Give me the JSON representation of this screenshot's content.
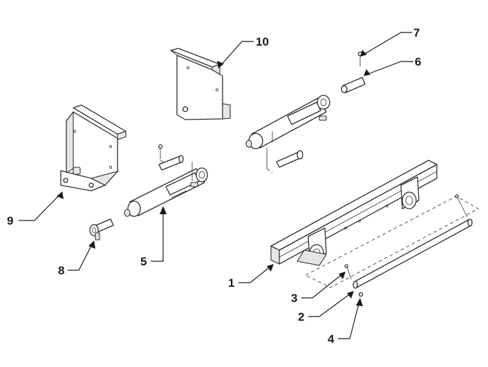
{
  "callouts": {
    "c1": "1",
    "c2": "2",
    "c3": "3",
    "c4": "4",
    "c5": "5",
    "c6": "6",
    "c7": "7",
    "c8": "8",
    "c9": "9",
    "c10": "10"
  },
  "colors": {
    "line": "#2a2a2a",
    "shade": "#e6e6e6",
    "background": "#ffffff"
  }
}
